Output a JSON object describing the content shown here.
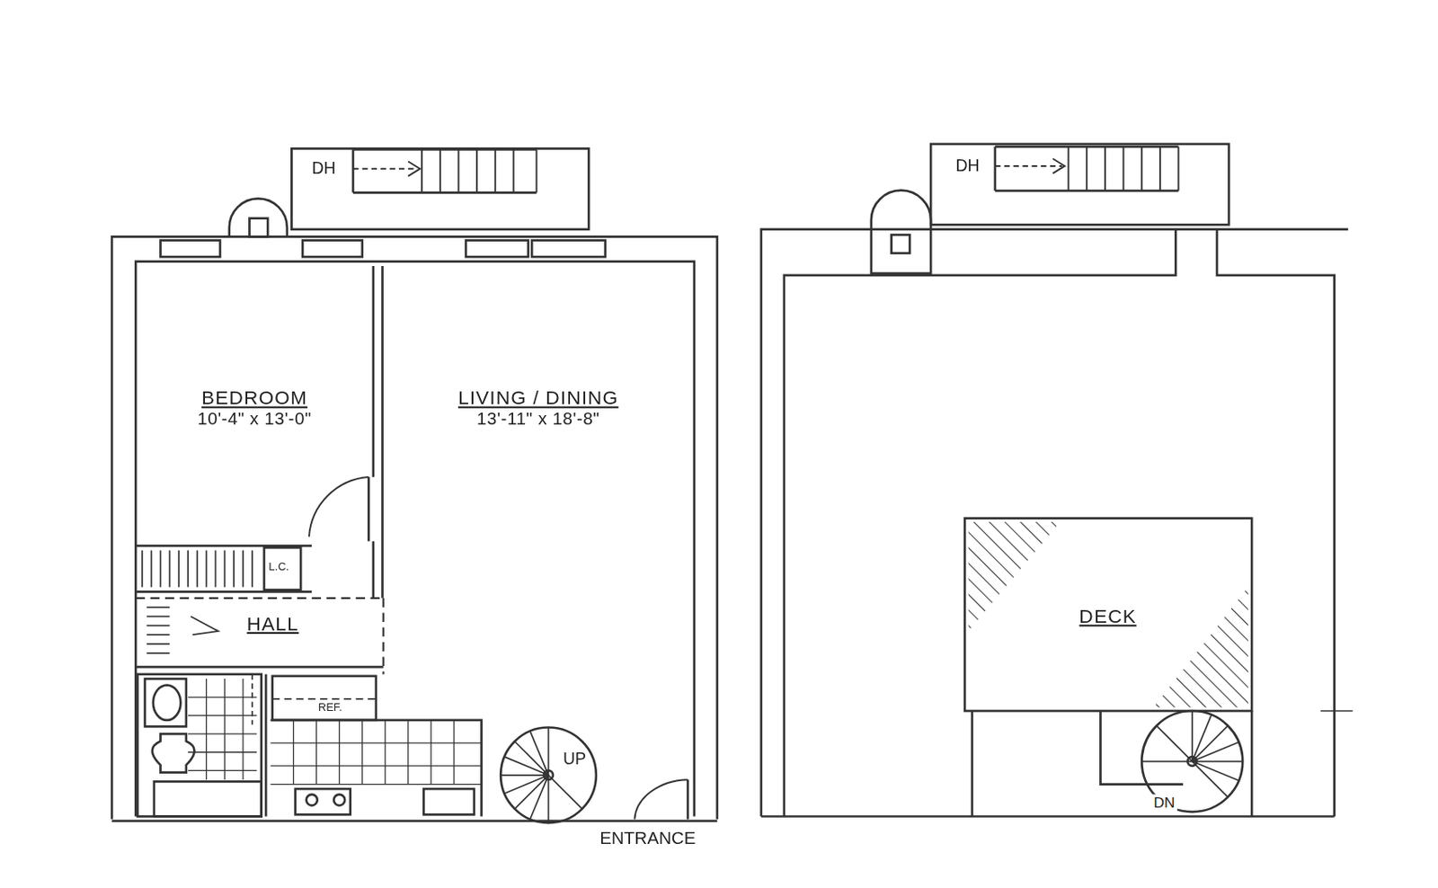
{
  "diagram": {
    "nodes": [
      {
        "text": [
          "BEDROOM",
          "10'-4\" x 13'-0\""
        ]
      },
      {
        "text": [
          "LIVING / DINING",
          "13'-11\" x 18'-8\""
        ]
      },
      {
        "text": [
          "HALL"
        ]
      },
      {
        "text": [
          "DECK"
        ]
      }
    ],
    "labels": [
      "DH",
      "DH",
      "L.C.",
      "REF.",
      "UP",
      "DN",
      "ENTRANCE"
    ]
  }
}
